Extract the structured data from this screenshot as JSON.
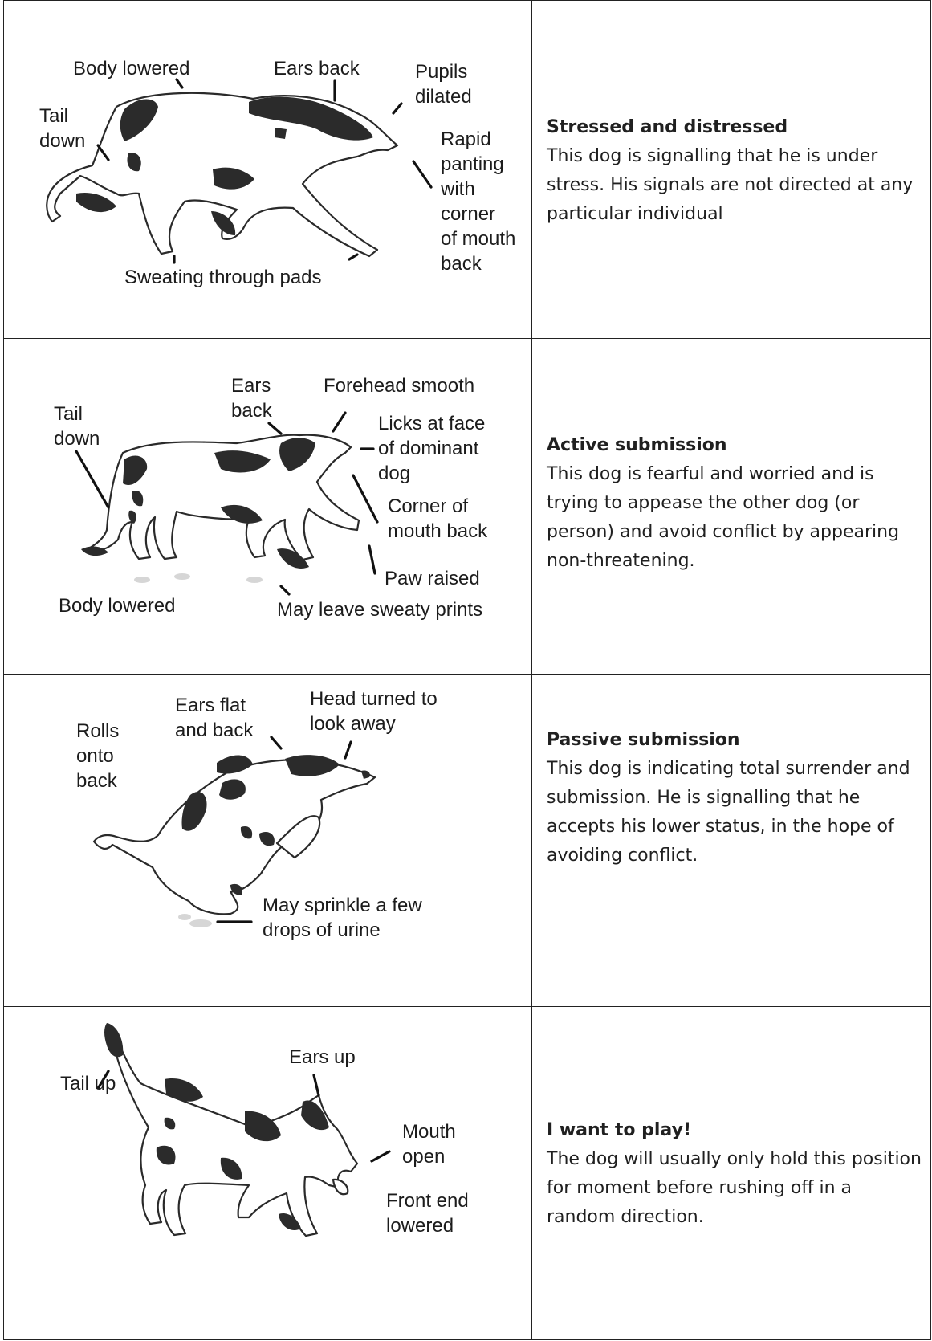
{
  "rows": [
    {
      "labels": {
        "body_lowered": "Body lowered",
        "ears_back": "Ears back",
        "pupils": "Pupils\ndilated",
        "tail": "Tail\ndown",
        "rapid": "Rapid\npanting\nwith\ncorner\nof mouth\nback",
        "sweat": "Sweating through pads"
      },
      "title": "Stressed and distressed",
      "text": "This dog is signalling that he is under stress.  His signals are not directed at any particular individual"
    },
    {
      "labels": {
        "ears": "Ears\nback",
        "forehead": "Forehead smooth",
        "tail": "Tail\ndown",
        "licks": "Licks at face\nof dominant\ndog",
        "corner": "Corner of\nmouth back",
        "paw": "Paw raised",
        "body": "Body lowered",
        "prints": "May leave sweaty prints"
      },
      "title": "Active submission",
      "text": "This dog is fearful and worried and is trying to appease the other dog (or person) and avoid conflict by appearing non-threatening."
    },
    {
      "labels": {
        "ears": "Ears flat\nand back",
        "head": "Head turned to\nlook away",
        "rolls": "Rolls\nonto\nback",
        "urine": "May sprinkle a few\ndrops of urine"
      },
      "title": "Passive submission",
      "text": "This dog is indicating total surrender and submission.  He is signalling that he accepts his lower status, in the hope of avoiding conflict."
    },
    {
      "labels": {
        "ears": "Ears up",
        "tail": "Tail up",
        "mouth": "Mouth\nopen",
        "front": "Front end\nlowered"
      },
      "title": "I want to play!",
      "text": "The dog will usually only hold this position for moment before rushing off in a random direction."
    }
  ]
}
